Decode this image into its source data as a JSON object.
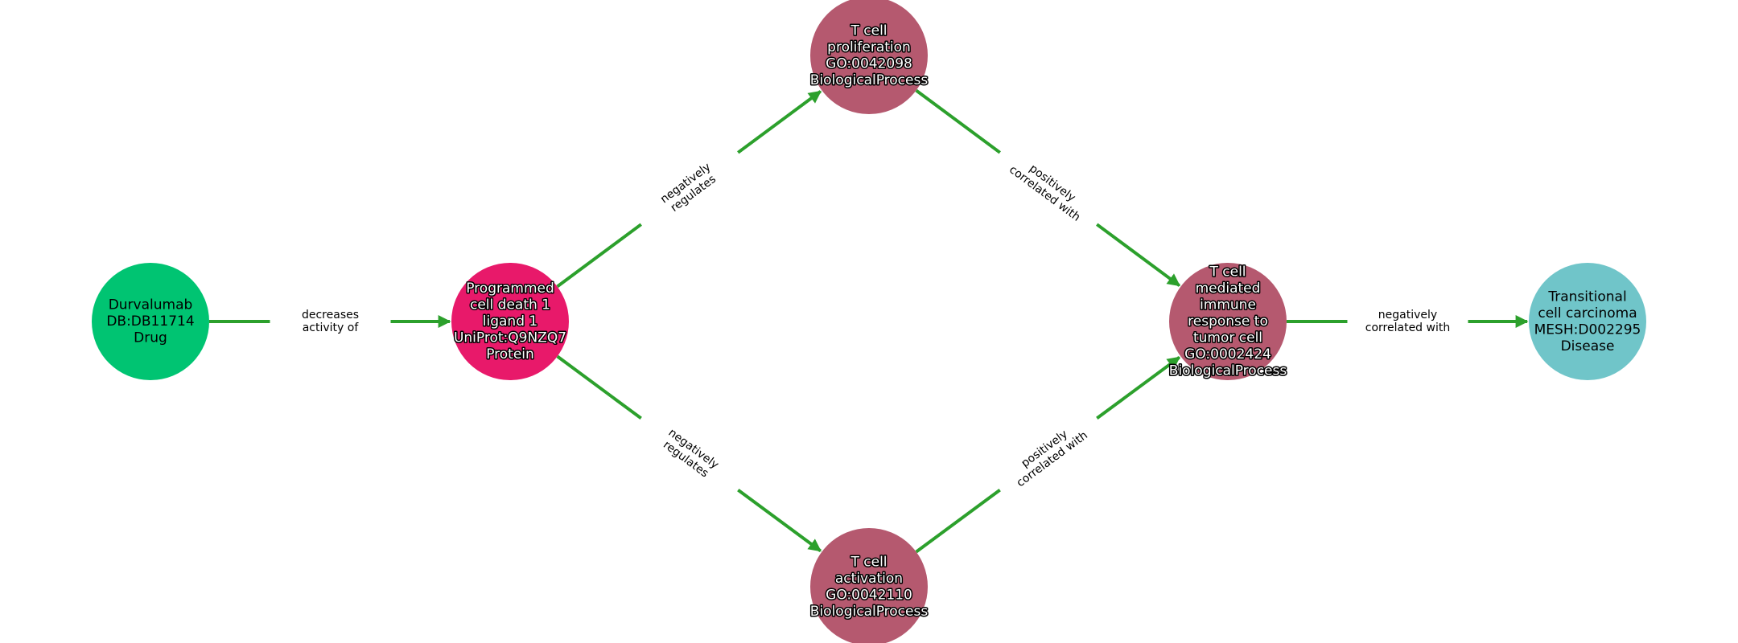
{
  "colors": {
    "edge": "#2ca02c",
    "drug": "#00c472",
    "protein": "#e8196a",
    "process": "#b5596f",
    "disease": "#70c5c9"
  },
  "nodes": [
    {
      "id": "durvalumab",
      "lines": [
        "Durvalumab",
        "DB:DB11714",
        "Drug"
      ],
      "type": "drug"
    },
    {
      "id": "pdl1",
      "lines": [
        "Programmed",
        "cell death 1",
        "ligand 1",
        "UniProt:Q9NZQ7",
        "Protein"
      ],
      "type": "protein"
    },
    {
      "id": "tprolif",
      "lines": [
        "T cell",
        "proliferation",
        "GO:0042098",
        "BiologicalProcess"
      ],
      "type": "process"
    },
    {
      "id": "tact",
      "lines": [
        "T cell",
        "activation",
        "GO:0042110",
        "BiologicalProcess"
      ],
      "type": "process"
    },
    {
      "id": "tmed",
      "lines": [
        "T cell",
        "mediated",
        "immune",
        "response to",
        "tumor cell",
        "GO:0002424",
        "BiologicalProcess"
      ],
      "type": "process"
    },
    {
      "id": "tcc",
      "lines": [
        "Transitional",
        "cell carcinoma",
        "MESH:D002295",
        "Disease"
      ],
      "type": "disease"
    }
  ],
  "edges": [
    {
      "source": "durvalumab",
      "target": "pdl1",
      "lines": [
        "decreases",
        "activity of"
      ]
    },
    {
      "source": "pdl1",
      "target": "tprolif",
      "lines": [
        "negatively",
        "regulates"
      ]
    },
    {
      "source": "pdl1",
      "target": "tact",
      "lines": [
        "negatively",
        "regulates"
      ]
    },
    {
      "source": "tprolif",
      "target": "tmed",
      "lines": [
        "positively",
        "correlated with"
      ]
    },
    {
      "source": "tact",
      "target": "tmed",
      "lines": [
        "positively",
        "correlated with"
      ]
    },
    {
      "source": "tmed",
      "target": "tcc",
      "lines": [
        "negatively",
        "correlated with"
      ]
    }
  ]
}
